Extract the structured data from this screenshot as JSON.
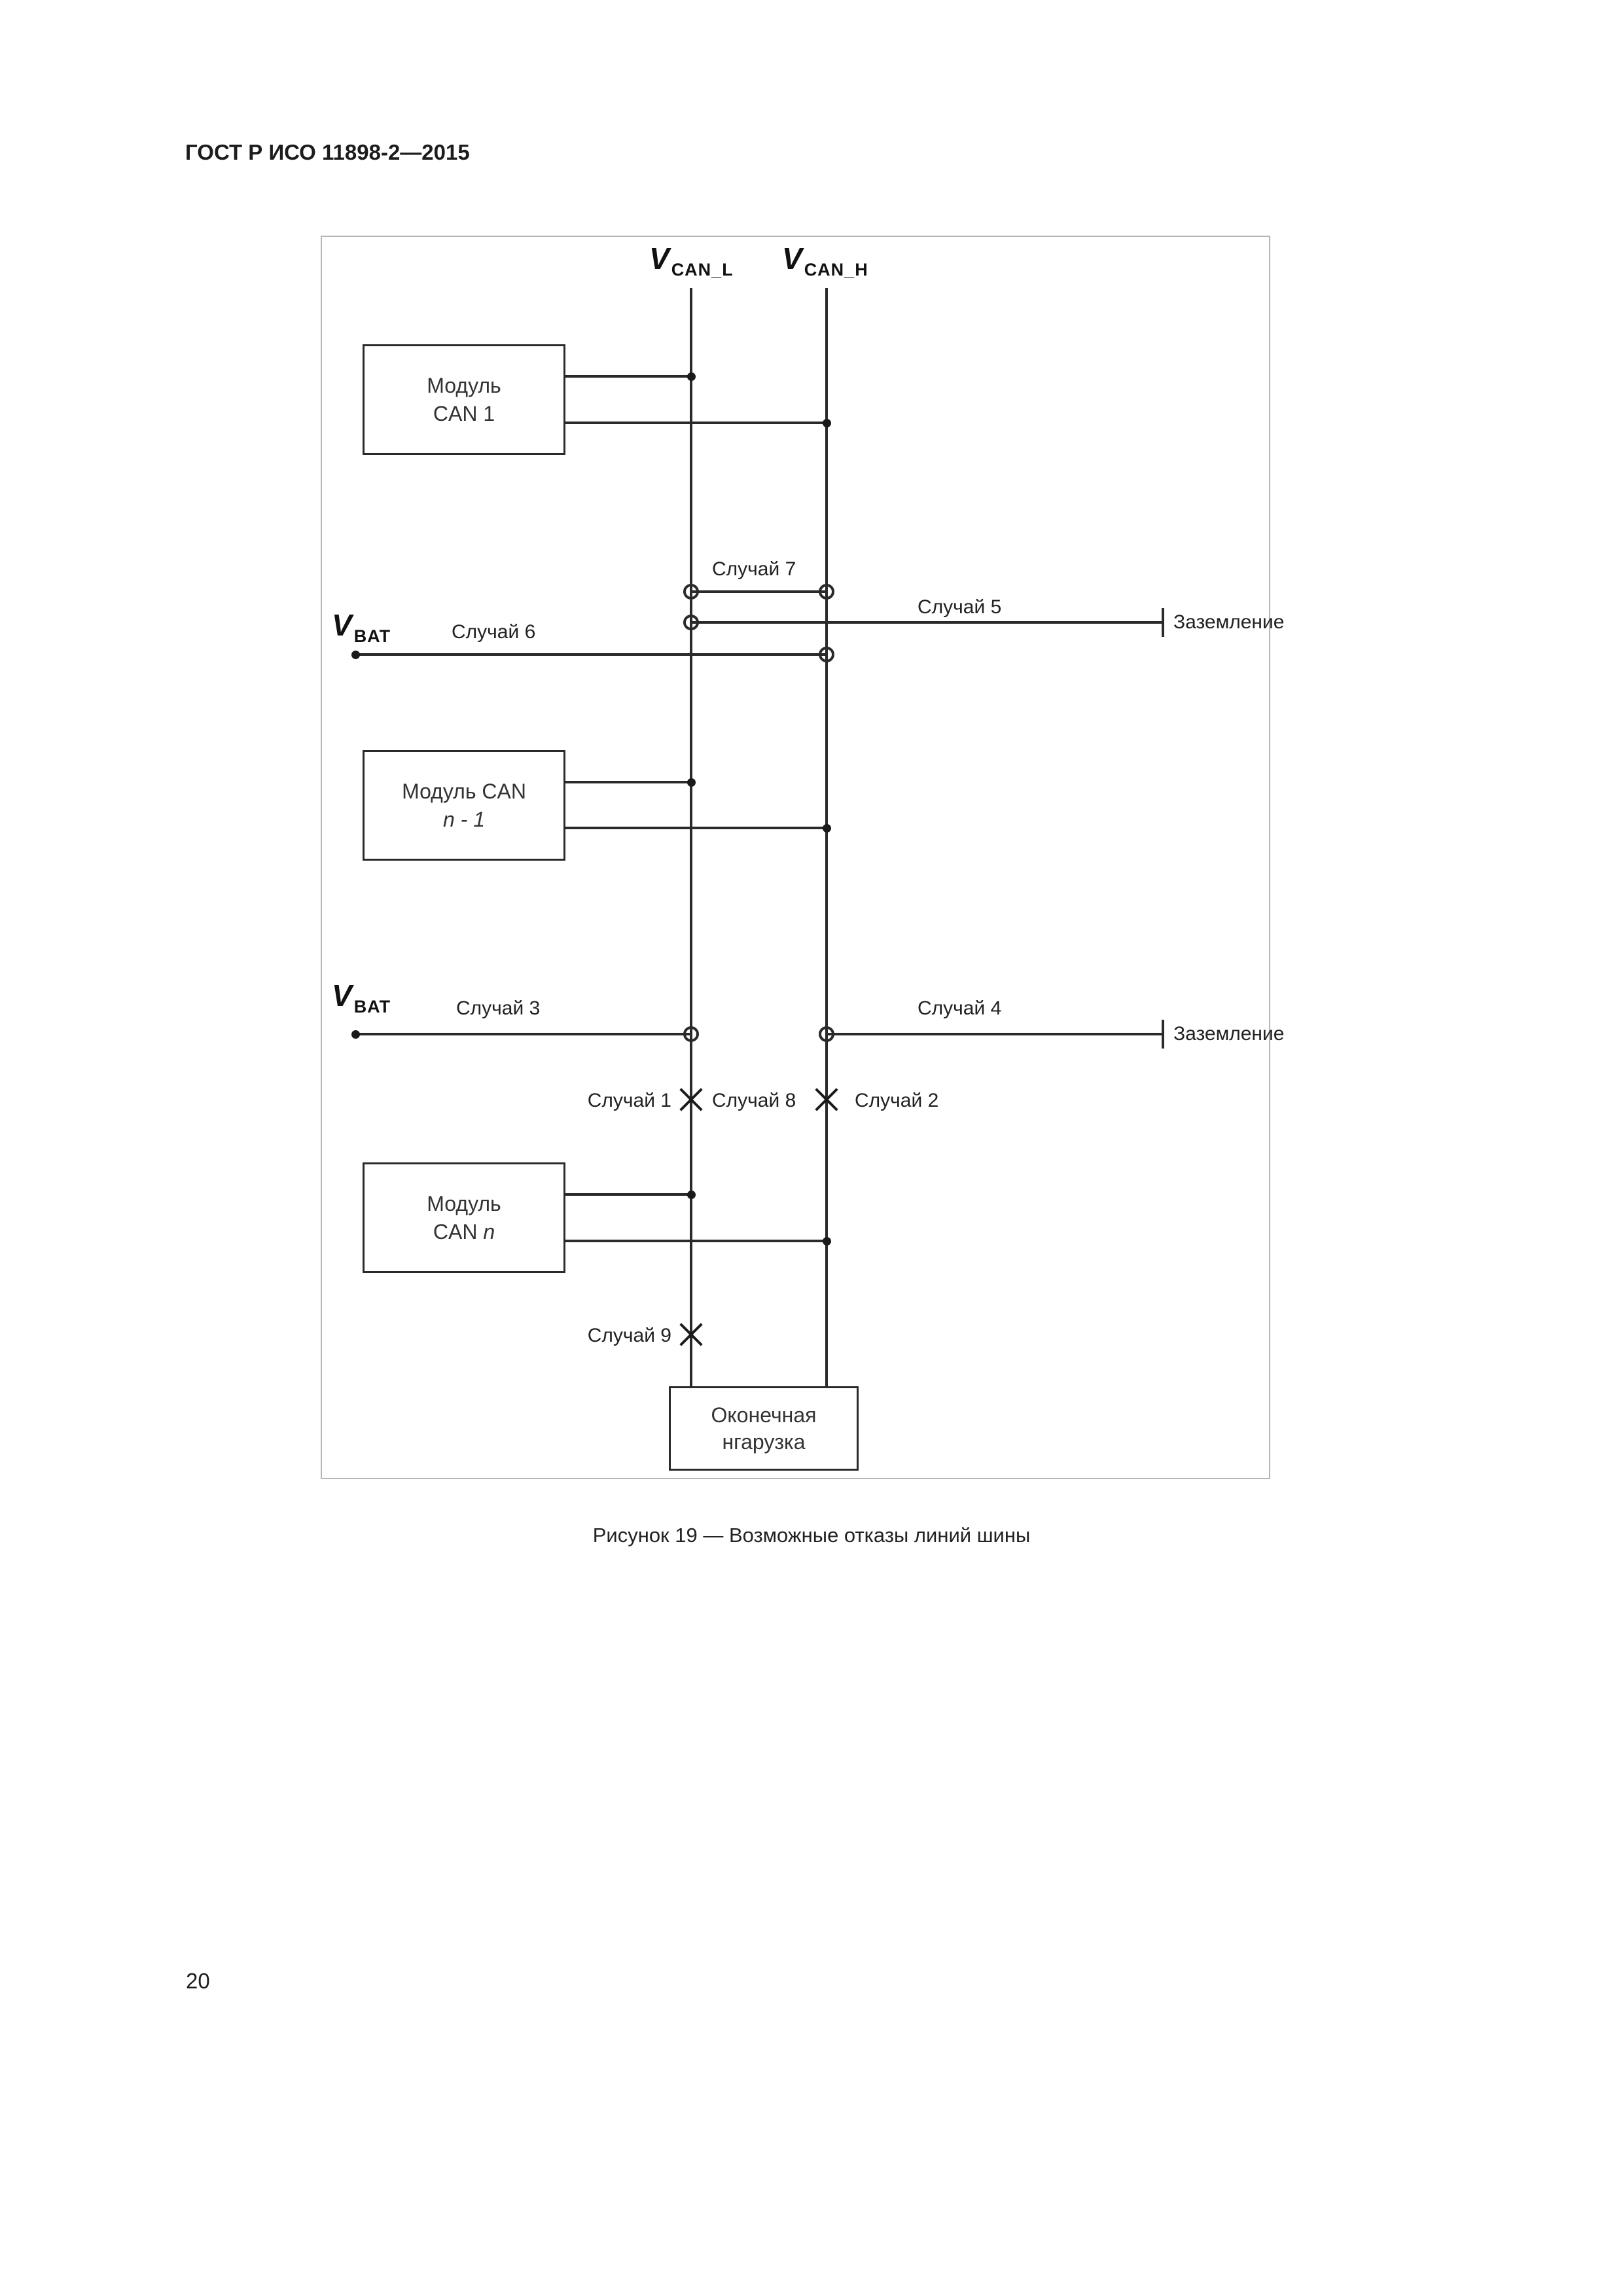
{
  "page": {
    "header": "ГОСТ Р ИСО 11898-2—2015",
    "caption": "Рисунок 19 — Возможные отказы линий шины",
    "page_number": "20"
  },
  "diagram": {
    "v_can_l": {
      "symbol": "V",
      "sub": "CAN_L"
    },
    "v_can_h": {
      "symbol": "V",
      "sub": "CAN_H"
    },
    "v_bat": {
      "symbol": "V",
      "sub": "BAT"
    },
    "modules": {
      "m1": {
        "line1": "Модуль",
        "line2": "CAN 1",
        "line2_italic": ""
      },
      "mn1": {
        "line1": "Модуль CAN",
        "line2": "",
        "line2_italic": "n - 1"
      },
      "mn": {
        "line1": "Модуль",
        "line2": "CAN ",
        "line2_italic": "n"
      }
    },
    "cases": {
      "c1": "Случай 1",
      "c2": "Случай 2",
      "c3": "Случай 3",
      "c4": "Случай 4",
      "c5": "Случай 5",
      "c6": "Случай 6",
      "c7": "Случай 7",
      "c8": "Случай 8",
      "c9": "Случай 9"
    },
    "ground": "Заземление",
    "termination": {
      "line1": "Оконечная",
      "line2": "нгарузка"
    }
  }
}
